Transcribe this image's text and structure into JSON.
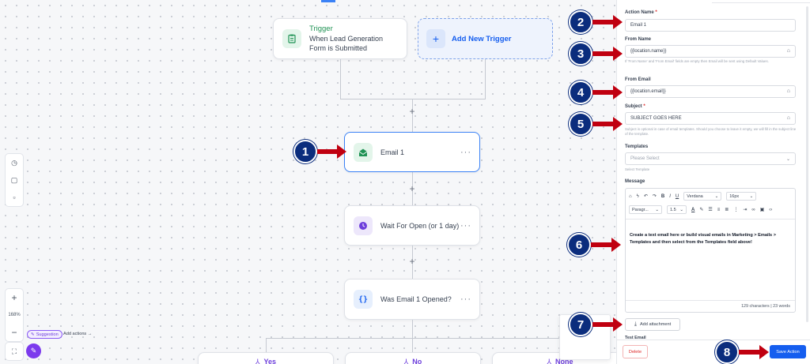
{
  "canvas": {
    "trigger": {
      "title": "Trigger",
      "subtitle": "When Lead Generation Form is Submitted",
      "icon": "form-icon"
    },
    "add_trigger": {
      "label": "Add New Trigger"
    },
    "nodes": [
      {
        "label": "Email 1",
        "icon": "email-open-icon"
      },
      {
        "label": "Wait For Open (or 1 day)",
        "icon": "clock-icon"
      },
      {
        "label": "Was Email 1 Opened?",
        "icon": "braces-icon"
      }
    ],
    "branches": [
      "Yes",
      "No",
      "None"
    ],
    "zoom": "168%",
    "suggestion": "Suggestion",
    "add_actions": "Add actions →"
  },
  "panel": {
    "action_name": {
      "label": "Action Name",
      "value": "Email 1"
    },
    "from_name": {
      "label": "From Name",
      "value": "{{location.name}}",
      "help": "If 'From Name' and 'From Email' fields are empty then Email will be sent using Default Values."
    },
    "from_email": {
      "label": "From Email",
      "value": "{{location.email}}"
    },
    "subject": {
      "label": "Subject",
      "value": "SUBJECT GOES HERE",
      "help": "Subject is optional in case of email templates. Should you choose to leave it empty, we will fill in the subject line of the template."
    },
    "templates": {
      "label": "Templates",
      "placeholder": "Please Select",
      "help": "Select Template"
    },
    "message": {
      "label": "Message",
      "font": "Verdana",
      "size": "16px",
      "paragraph": "Paragr...",
      "line_height": "1.5",
      "body": "Create a text email here or build visual emails in Marketing > Emails > Templates and then select from the Templates field above!",
      "counter": "129 characters | 23 words"
    },
    "attachment_label": "Add attachment",
    "test_email_label": "Test Email",
    "delete_label": "Delete",
    "save_label": "Save Action"
  },
  "annotations": [
    "1",
    "2",
    "3",
    "4",
    "5",
    "6",
    "7",
    "8"
  ],
  "colors": {
    "accent": "#155eef",
    "badge": "#0b2d7d",
    "arrow": "#c00010",
    "delete": "#dc2626"
  }
}
